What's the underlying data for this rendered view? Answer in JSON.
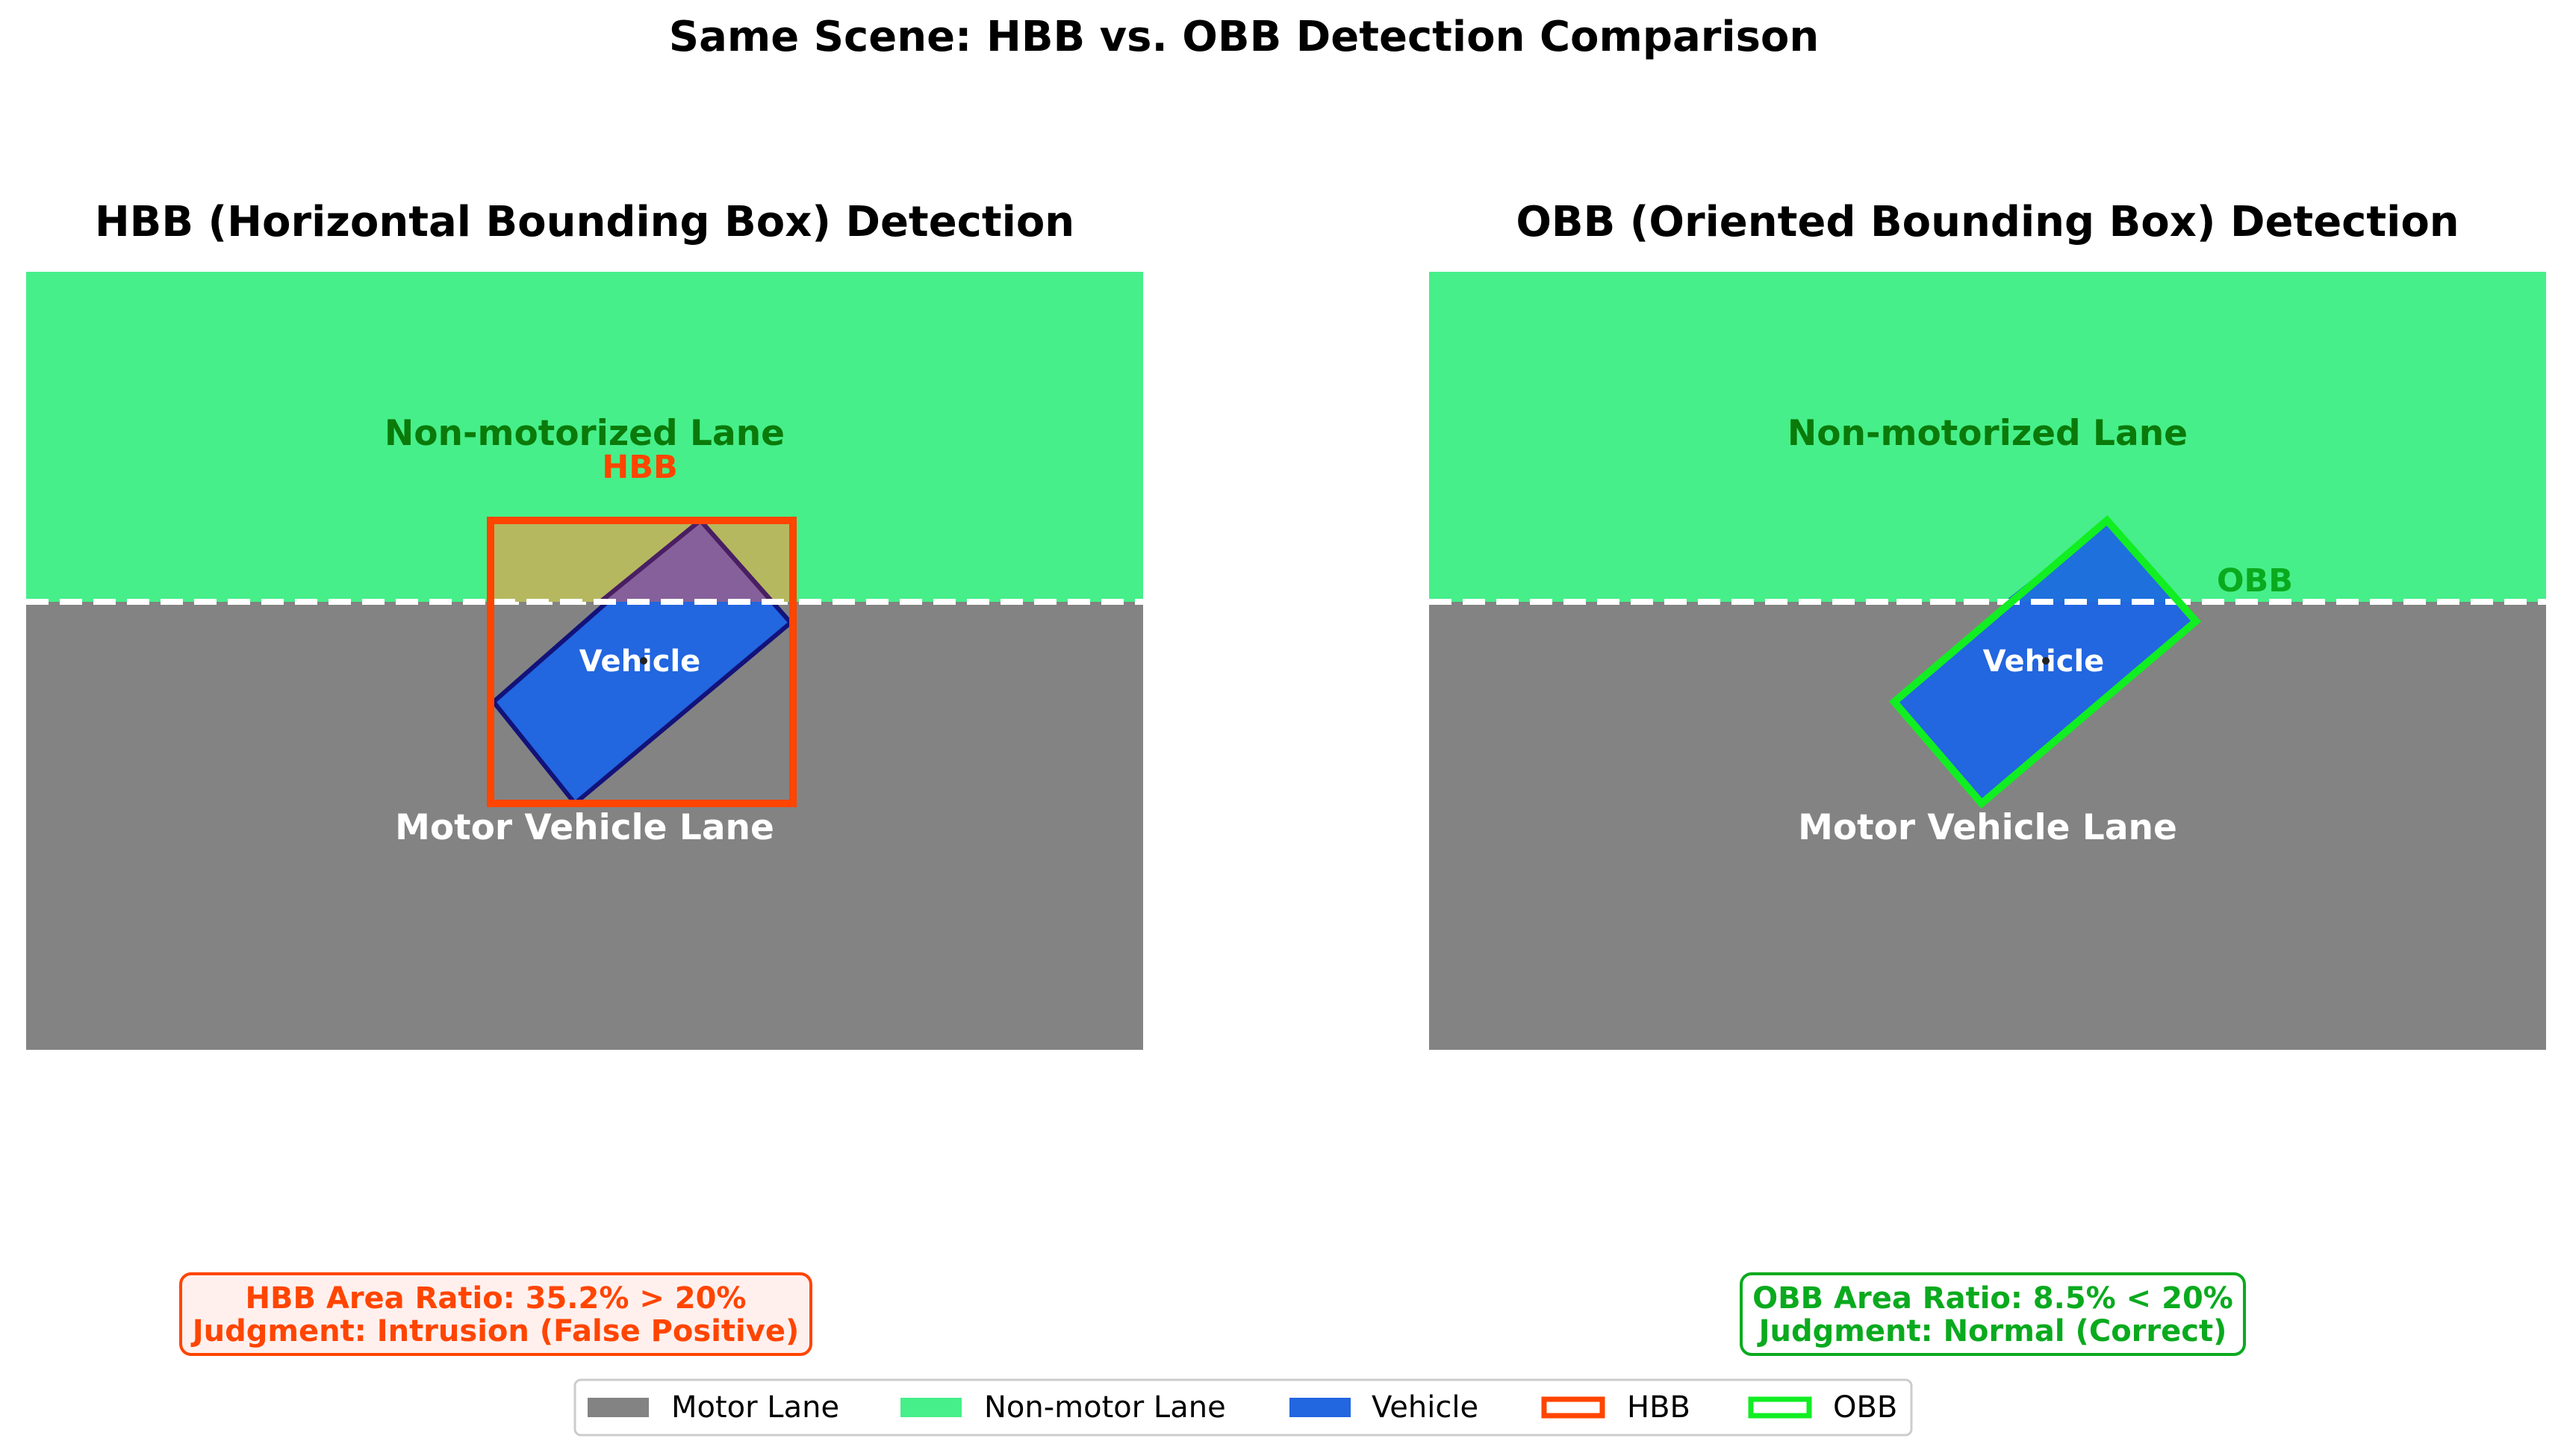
{
  "title": "Same Scene: HBB vs. OBB Detection Comparison",
  "colors": {
    "motor_lane": "#838383",
    "non_motor_lane": "#46ef89",
    "vehicle": "#2266e0",
    "vehicle_edge": "#12127a",
    "hbb": "#ff4500",
    "hbb_fill_overlap": "#b5b85f",
    "vehicle_overlap": "#86609a",
    "obb": "#11ee22",
    "obb_vehicle": "#1e70dc",
    "lane_text_dark": "#0a7a0a",
    "lane_text_light": "#ffffff",
    "obb_text": "#0aaa1e",
    "box_fill_red": "#fff0ee",
    "box_fill_green": "#ffffff"
  },
  "panels": {
    "hbb": {
      "title": "HBB (Horizontal Bounding Box) Detection",
      "non_motor_label": "Non-motorized Lane",
      "motor_label": "Motor Vehicle Lane",
      "vehicle_label": "Vehicle",
      "box_label": "HBB"
    },
    "obb": {
      "title": "OBB (Oriented Bounding Box) Detection",
      "non_motor_label": "Non-motorized Lane",
      "motor_label": "Motor Vehicle Lane",
      "vehicle_label": "Vehicle",
      "box_label": "OBB"
    }
  },
  "results": {
    "hbb": {
      "line1": "HBB Area Ratio: 35.2% > 20%",
      "line2": "Judgment: Intrusion (False Positive)"
    },
    "obb": {
      "line1": "OBB Area Ratio: 8.5% < 20%",
      "line2": "Judgment: Normal (Correct)"
    }
  },
  "legend": [
    {
      "label": "Motor Lane",
      "style": "fill",
      "color": "#838383"
    },
    {
      "label": "Non-motor Lane",
      "style": "fill",
      "color": "#46ef89"
    },
    {
      "label": "Vehicle",
      "style": "fill",
      "color": "#2266e0"
    },
    {
      "label": "HBB",
      "style": "outline",
      "color": "#ff4500"
    },
    {
      "label": "OBB",
      "style": "outline",
      "color": "#11ee22"
    }
  ]
}
